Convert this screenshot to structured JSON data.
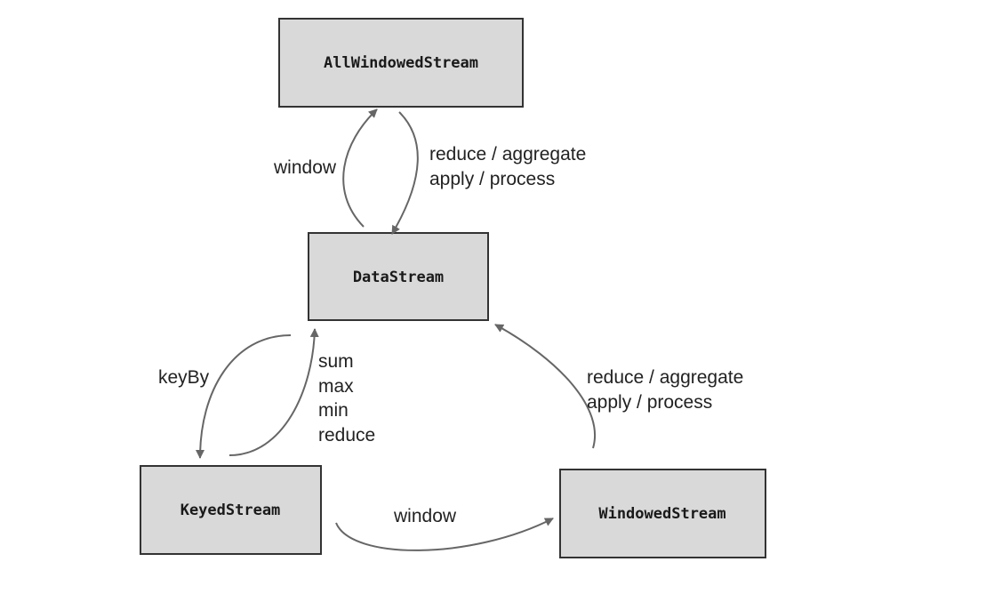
{
  "nodes": {
    "all_windowed_stream": "AllWindowedStream",
    "data_stream": "DataStream",
    "keyed_stream": "KeyedStream",
    "windowed_stream": "WindowedStream"
  },
  "edges": {
    "datastream_to_allwindowed": "window",
    "allwindowed_to_datastream": [
      "reduce / aggregate",
      "apply / process"
    ],
    "datastream_to_keyed": "keyBy",
    "keyed_to_datastream": [
      "sum",
      "max",
      "min",
      "reduce"
    ],
    "keyed_to_windowed": "window",
    "windowed_to_datastream": [
      "reduce / aggregate",
      "apply / process"
    ]
  },
  "colors": {
    "node_fill": "#d9d9d9",
    "node_border": "#333333",
    "edge": "#666666",
    "text": "#222222"
  }
}
